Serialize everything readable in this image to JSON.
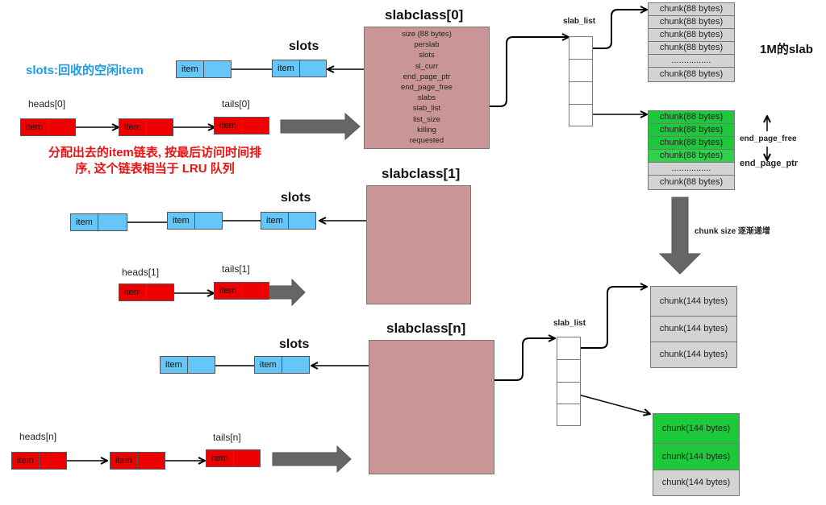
{
  "item_label": "item",
  "slots_label": "slots",
  "notes": {
    "slots_note": "slots:回收的空闲item",
    "lru_note_line1": "分配出去的item链表, 按最后访问时间排",
    "lru_note_line2": "序, 这个链表相当于 LRU 队列",
    "slab_1m": "1M的slab",
    "chunk_size_increase": "chunk size 逐渐递增",
    "end_page_free": "end_page_free",
    "end_page_ptr": "end_page_ptr"
  },
  "slabclasses": [
    {
      "title": "slabclass[0]",
      "heads_label": "heads[0]",
      "tails_label": "tails[0]",
      "fields": [
        "size (88 bytes)",
        "perslab",
        "slots",
        "sl_curr",
        "end_page_ptr",
        "end_page_free",
        "slabs",
        "slab_list",
        "list_size",
        "killing",
        "requested"
      ],
      "slot_items": 2,
      "lru_items": 3
    },
    {
      "title": "slabclass[1]",
      "heads_label": "heads[1]",
      "tails_label": "tails[1]",
      "slot_items": 3,
      "lru_items": 2
    },
    {
      "title": "slabclass[n]",
      "heads_label": "heads[n]",
      "tails_label": "tails[n]",
      "slot_items": 2,
      "lru_items": 3
    }
  ],
  "slab_list_label": "slab_list",
  "slab0_chunks_a": [
    "chunk(88 bytes)",
    "chunk(88 bytes)",
    "chunk(88 bytes)",
    "chunk(88 bytes)",
    "................",
    "chunk(88 bytes)"
  ],
  "slab0_chunks_b": [
    "chunk(88 bytes)",
    "chunk(88 bytes)",
    "chunk(88 bytes)",
    "chunk(88 bytes)",
    "................",
    "chunk(88 bytes)"
  ],
  "slabn_chunks_a": [
    "chunk(144 bytes)",
    "chunk(144 bytes)",
    "chunk(144 bytes)"
  ],
  "slabn_chunks_b": [
    "chunk(144 bytes)",
    "chunk(144 bytes)",
    "chunk(144 bytes)"
  ],
  "colors": {
    "slot_item": "#66c6f7",
    "lru_item": "#ee0000",
    "slabclass": "#c99595",
    "chunk_free": "#d3d3d3",
    "chunk_used": "#1dc93a",
    "note_blue": "#1e9be6",
    "note_red": "#ee1111"
  }
}
